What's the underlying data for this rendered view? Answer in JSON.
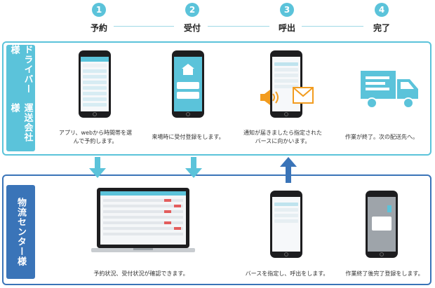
{
  "steps": [
    {
      "num": "1",
      "label": "予約"
    },
    {
      "num": "2",
      "label": "受付"
    },
    {
      "num": "3",
      "label": "呼出"
    },
    {
      "num": "4",
      "label": "完了"
    }
  ],
  "driver": {
    "label": "ドライバー様運送会社様",
    "label_line1": "ドライバー様",
    "label_line2": "運送会社様",
    "captions": [
      "アプリ、webから時間帯を選んで予約します。",
      "来場時に受付登録をします。",
      "通知が届きましたら指定されたバースに向かいます。",
      "作業が終了。次の配送先へ。"
    ]
  },
  "center": {
    "label": "物流センター様",
    "captions": [
      "予約状況、受付状況が確認できます。",
      "バースを指定し、呼出をします。",
      "作業終了後完了登録をします。"
    ]
  },
  "colors": {
    "accent": "#5bc3da",
    "dark_blue": "#3a74b8",
    "notify_orange": "#f29c1f"
  }
}
